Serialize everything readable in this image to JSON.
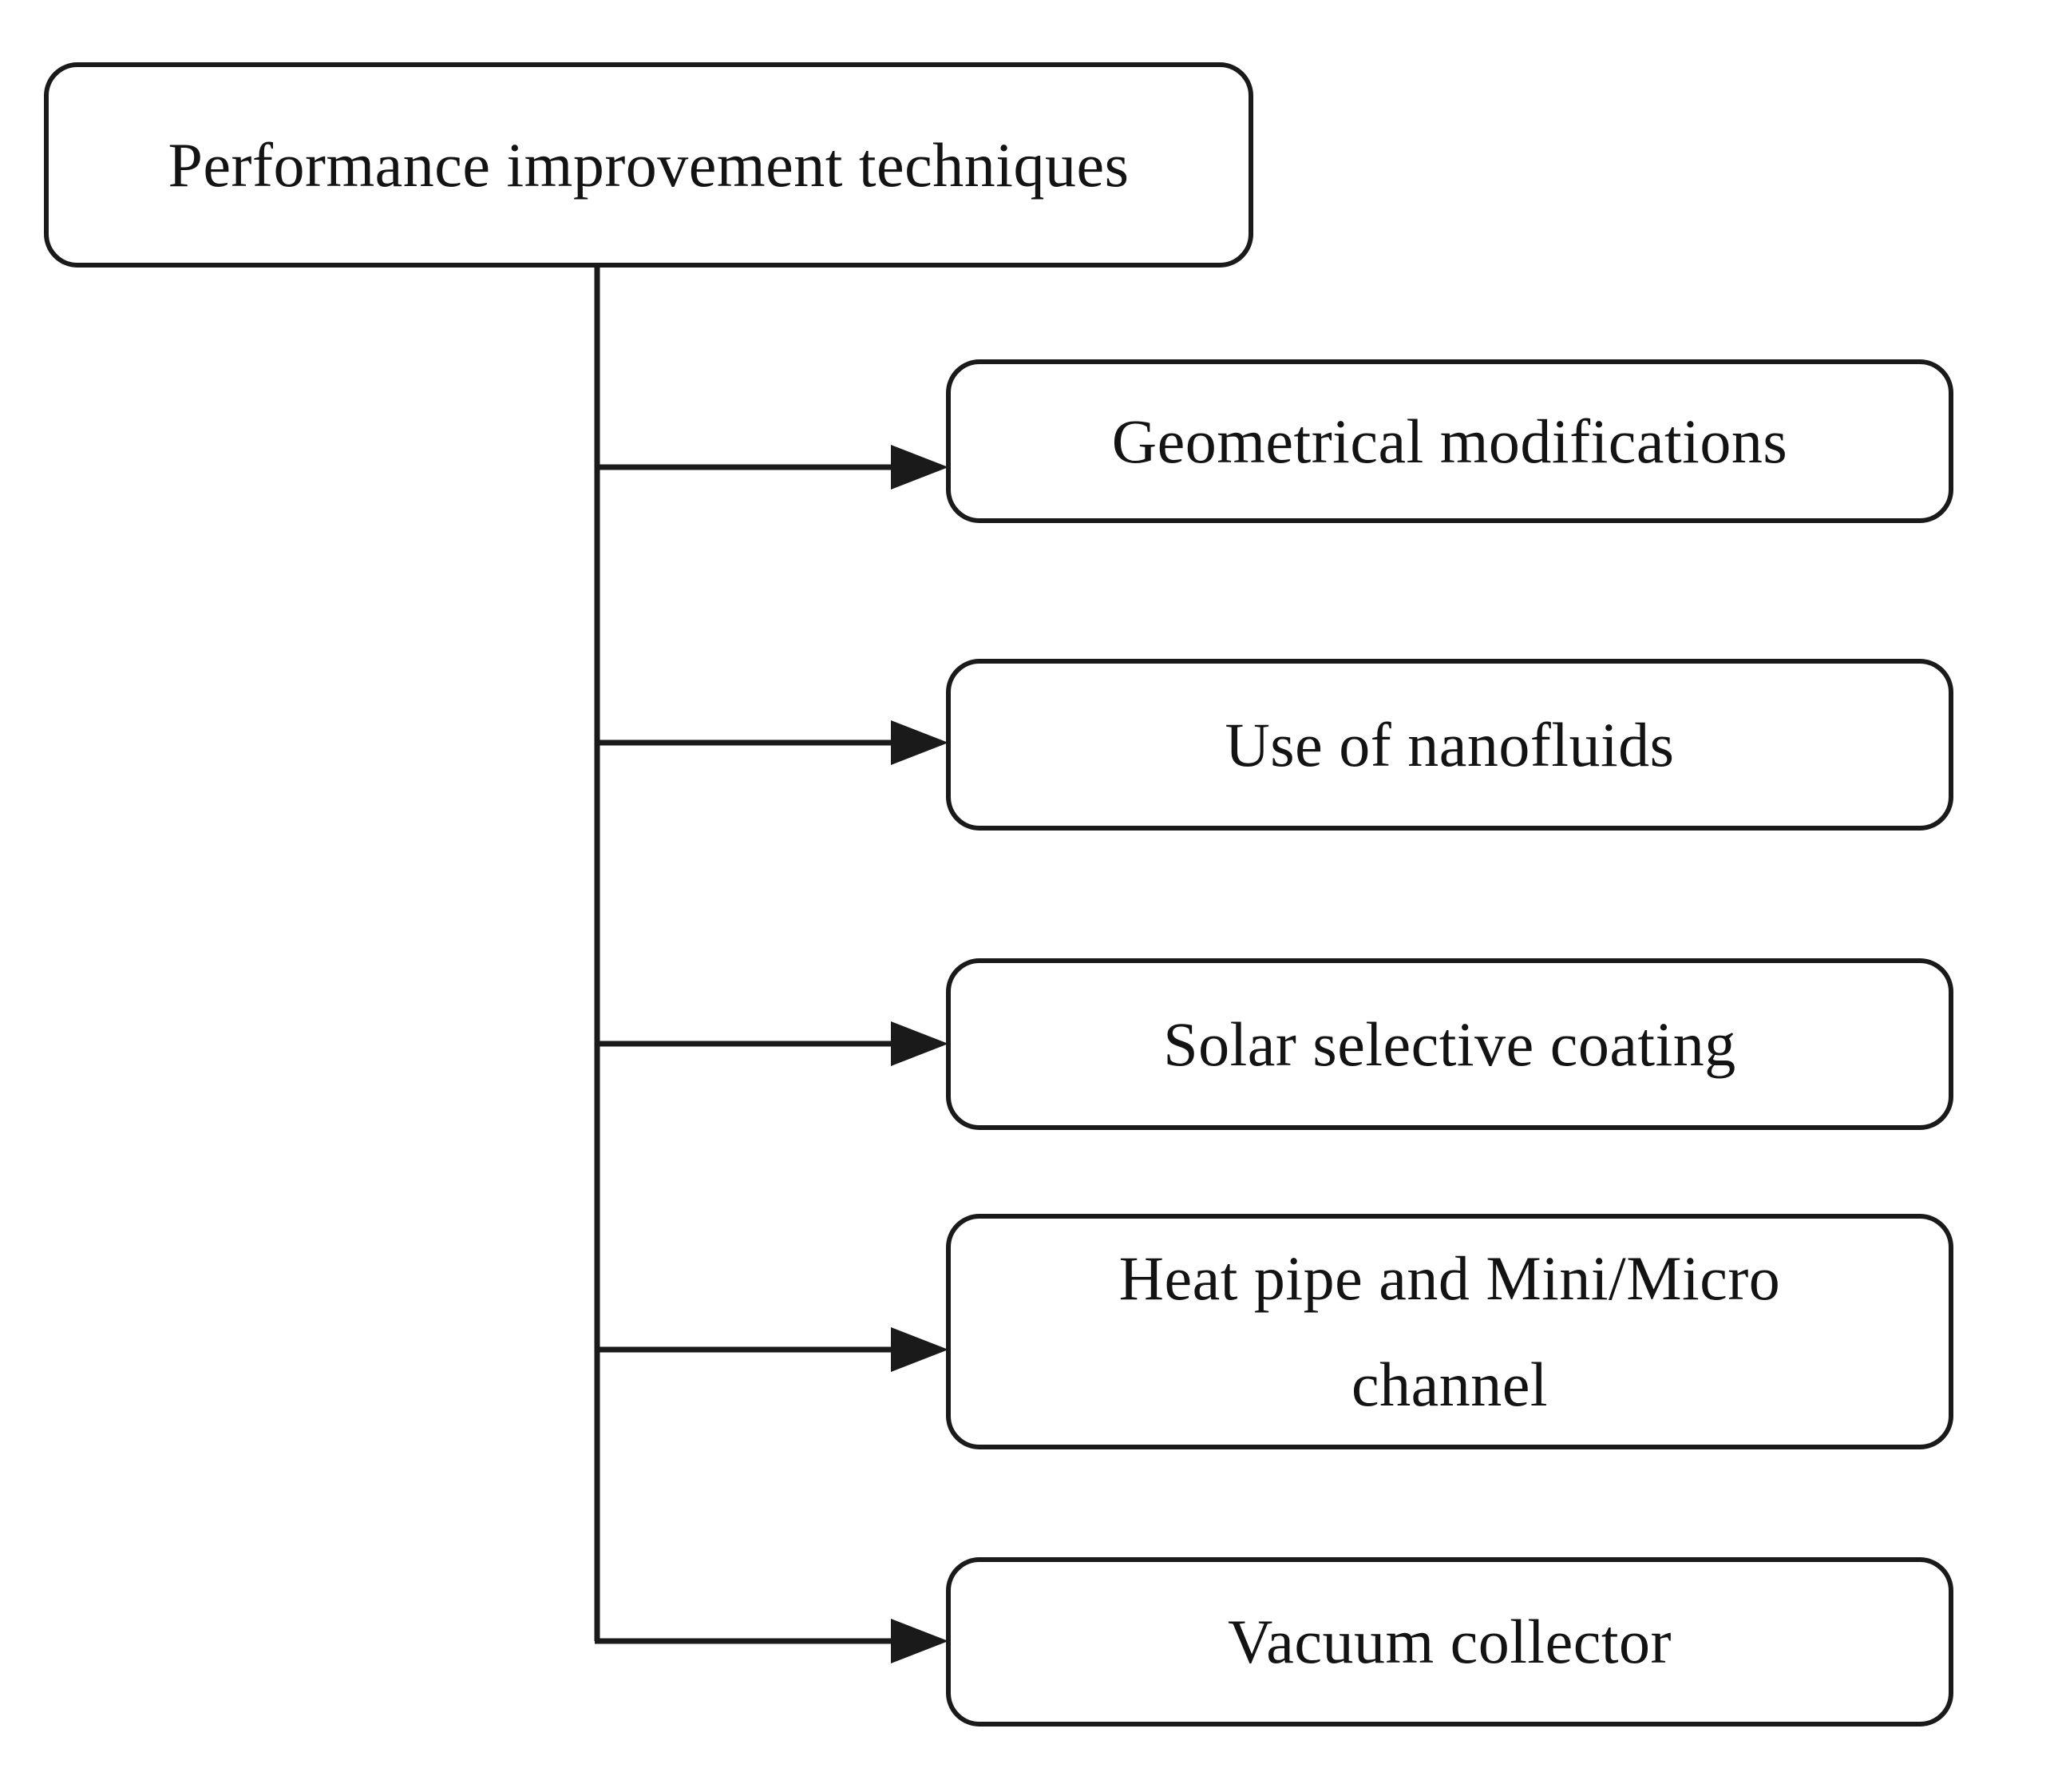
{
  "diagram": {
    "type": "flowchart",
    "root": {
      "label": "Performance improvement techniques"
    },
    "children": [
      {
        "label": "Geometrical modifications"
      },
      {
        "label": "Use of nanofluids"
      },
      {
        "label": "Solar selective coating"
      },
      {
        "label": "Heat pipe and Mini/Micro channel"
      },
      {
        "label": "Vacuum collector"
      }
    ],
    "colors": {
      "stroke": "#1a1a1a",
      "text": "#131313",
      "background": "#ffffff"
    }
  }
}
